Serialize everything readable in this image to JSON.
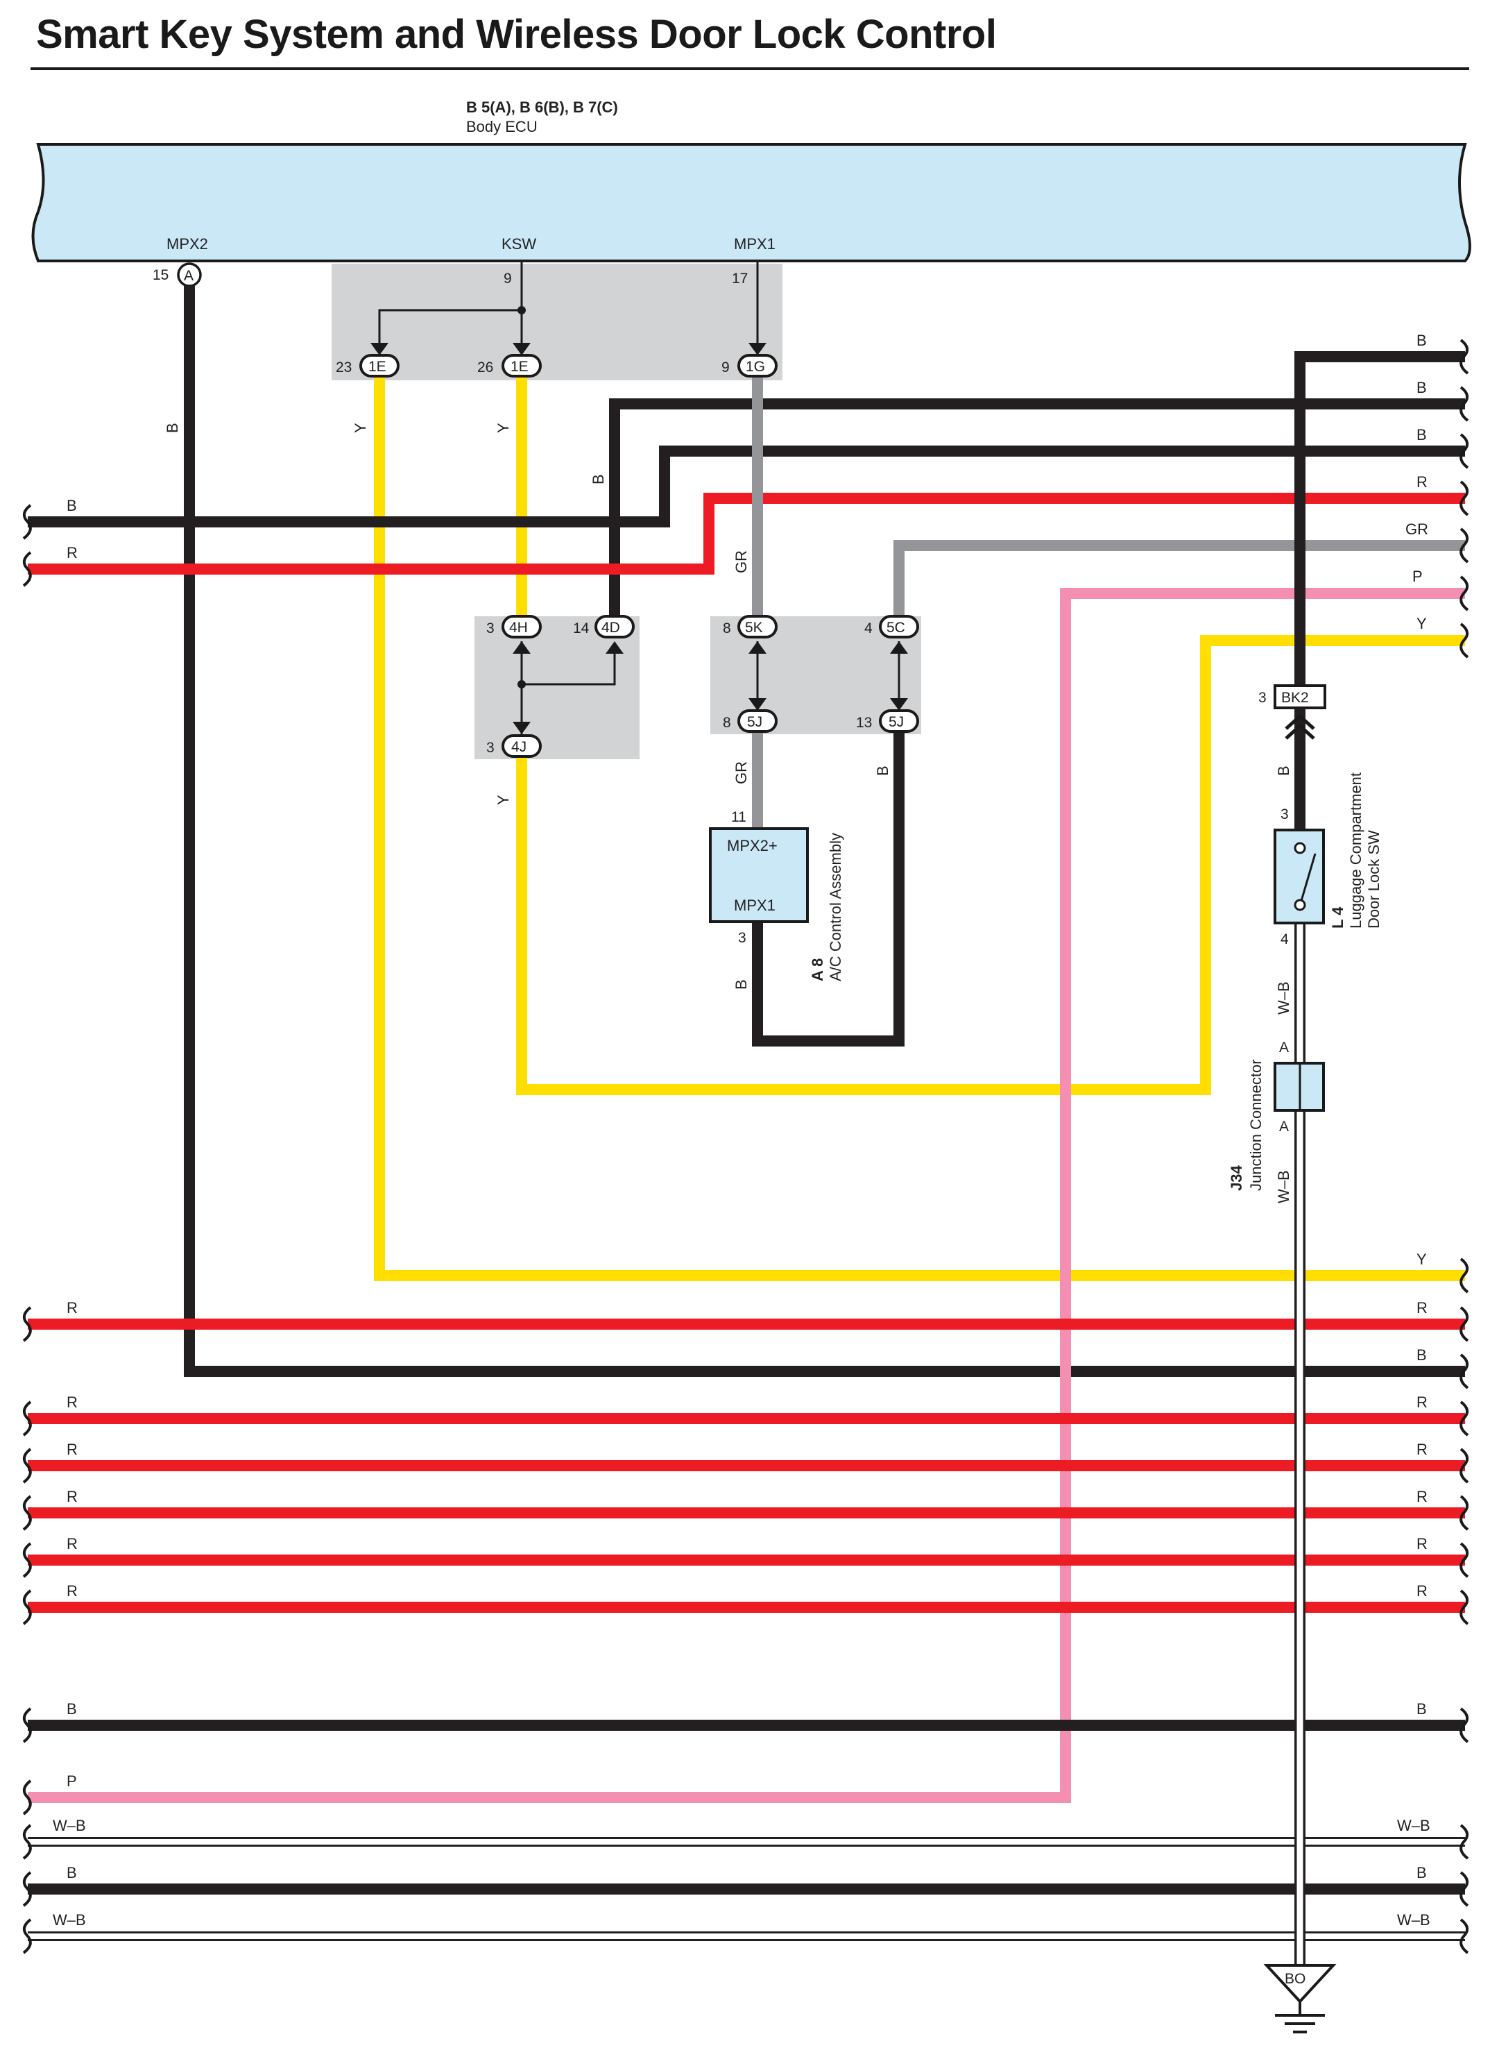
{
  "title": "Smart Key System and Wireless Door Lock Control",
  "colors": {
    "B": "#231f20",
    "R": "#ed1c24",
    "Y": "#ffde00",
    "GR": "#939598",
    "P": "#f48fb1",
    "WB": "#ffffff",
    "ecu_fill": "#cbe8f7",
    "junction_fill": "#d1d3d4"
  },
  "body_ecu": {
    "ref": "B 5(A), B 6(B), B 7(C)",
    "name": "Body ECU",
    "terminals": {
      "mpx2": "MPX2",
      "ksw": "KSW",
      "mpx1": "MPX1"
    },
    "pins": {
      "mpx2": "15",
      "mpx2_conn": "A",
      "ksw": "9",
      "mpx1": "17"
    }
  },
  "connectors": {
    "c1e_a": {
      "pin": "23",
      "id": "1E"
    },
    "c1e_b": {
      "pin": "26",
      "id": "1E"
    },
    "c1g": {
      "pin": "9",
      "id": "1G"
    },
    "c4h": {
      "pin": "3",
      "id": "4H"
    },
    "c4d": {
      "pin": "14",
      "id": "4D"
    },
    "c4j": {
      "pin": "3",
      "id": "4J"
    },
    "c5k": {
      "pin": "8",
      "id": "5K"
    },
    "c5c": {
      "pin": "4",
      "id": "5C"
    },
    "c5j_a": {
      "pin": "8",
      "id": "5J"
    },
    "c5j_b": {
      "pin": "13",
      "id": "5J"
    },
    "bk2": {
      "pin": "3",
      "id": "BK2"
    }
  },
  "ac_control": {
    "ref": "A 8",
    "name": "A/C Control Assembly",
    "term_top": "MPX2+",
    "term_bottom": "MPX1",
    "pin_top": "11",
    "pin_bottom": "3"
  },
  "luggage_switch": {
    "ref": "L 4",
    "name_line1": "Luggage Compartment",
    "name_line2": "Door Lock SW",
    "pin_top": "3",
    "pin_bottom": "4"
  },
  "junction_connector": {
    "ref": "J34",
    "name": "Junction Connector",
    "pin_top": "A",
    "pin_bottom": "A"
  },
  "ground": {
    "id": "BO"
  },
  "wire_labels": {
    "B": "B",
    "R": "R",
    "Y": "Y",
    "GR": "GR",
    "P": "P",
    "WB": "W–B"
  }
}
